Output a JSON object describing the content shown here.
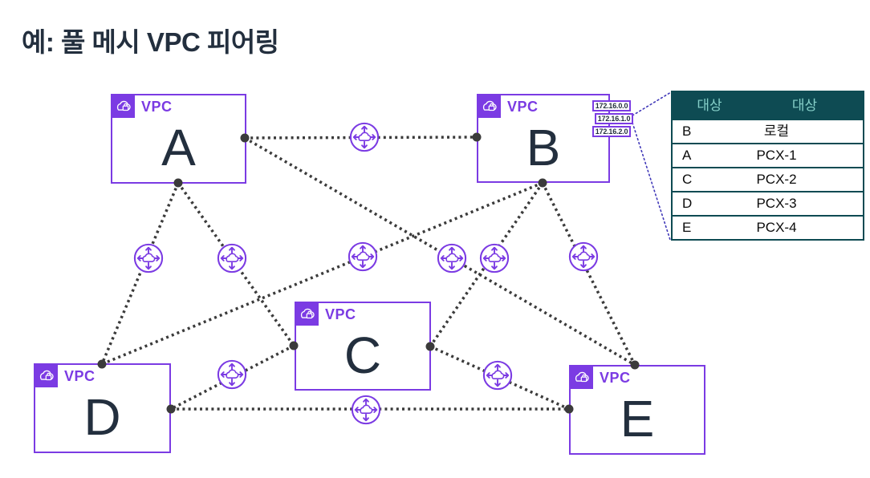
{
  "title": "예: 풀 메시 VPC 피어링",
  "vpc_label": "VPC",
  "vpcs": [
    {
      "letter": "A"
    },
    {
      "letter": "B"
    },
    {
      "letter": "C"
    },
    {
      "letter": "D"
    },
    {
      "letter": "E"
    }
  ],
  "cidrs": [
    "172.16.0.0",
    "172.16.1.0",
    "172.16.2.0"
  ],
  "connections": [
    {
      "from": "A",
      "to": "B"
    },
    {
      "from": "A",
      "to": "C"
    },
    {
      "from": "A",
      "to": "D"
    },
    {
      "from": "A",
      "to": "E"
    },
    {
      "from": "B",
      "to": "C"
    },
    {
      "from": "B",
      "to": "D"
    },
    {
      "from": "B",
      "to": "E"
    },
    {
      "from": "C",
      "to": "D"
    },
    {
      "from": "C",
      "to": "E"
    },
    {
      "from": "D",
      "to": "E"
    }
  ],
  "route_table": {
    "headers": [
      "대상",
      "대상"
    ],
    "rows": [
      {
        "target": "B",
        "via": "로컬"
      },
      {
        "target": "A",
        "via": "PCX-1"
      },
      {
        "target": "C",
        "via": "PCX-2"
      },
      {
        "target": "D",
        "via": "PCX-3"
      },
      {
        "target": "E",
        "via": "PCX-4"
      }
    ]
  },
  "colors": {
    "purple": "#7B3BE3",
    "ink": "#232F3E",
    "connector": "#3B3B3B",
    "table_header_bg": "#0E4B53",
    "table_header_text": "#85CFC8",
    "callout": "#4038B8"
  }
}
